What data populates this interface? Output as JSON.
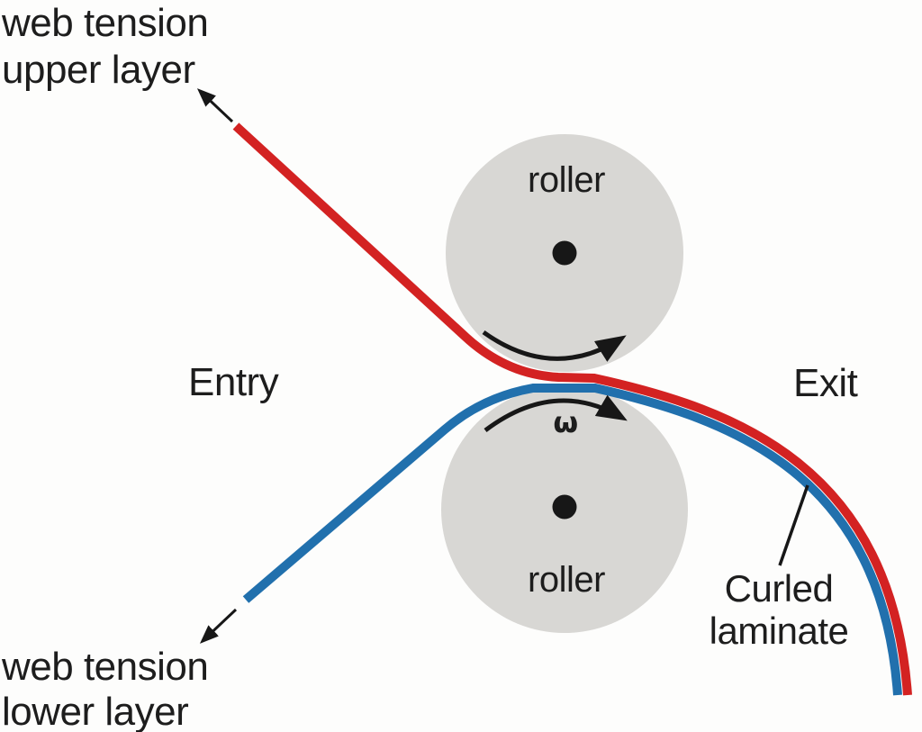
{
  "diagram": {
    "upper_web_label": {
      "line1": "web tension",
      "line2": "upper layer"
    },
    "lower_web_label": {
      "line1": "web tension",
      "line2": "lower layer"
    },
    "entry_label": "Entry",
    "exit_label": "Exit",
    "top_roller_label": "roller",
    "bottom_roller_label": "roller",
    "angular_velocity_symbol": "ω",
    "curled_laminate_label": {
      "line1": "Curled",
      "line2": "laminate"
    },
    "colors": {
      "upper_web_red": "#d32222",
      "lower_web_blue": "#2170ad",
      "roller_gray": "#d8d7d4",
      "line_black": "#171717",
      "text_black": "#1d1d1d",
      "background": "#fdfdfc"
    }
  }
}
